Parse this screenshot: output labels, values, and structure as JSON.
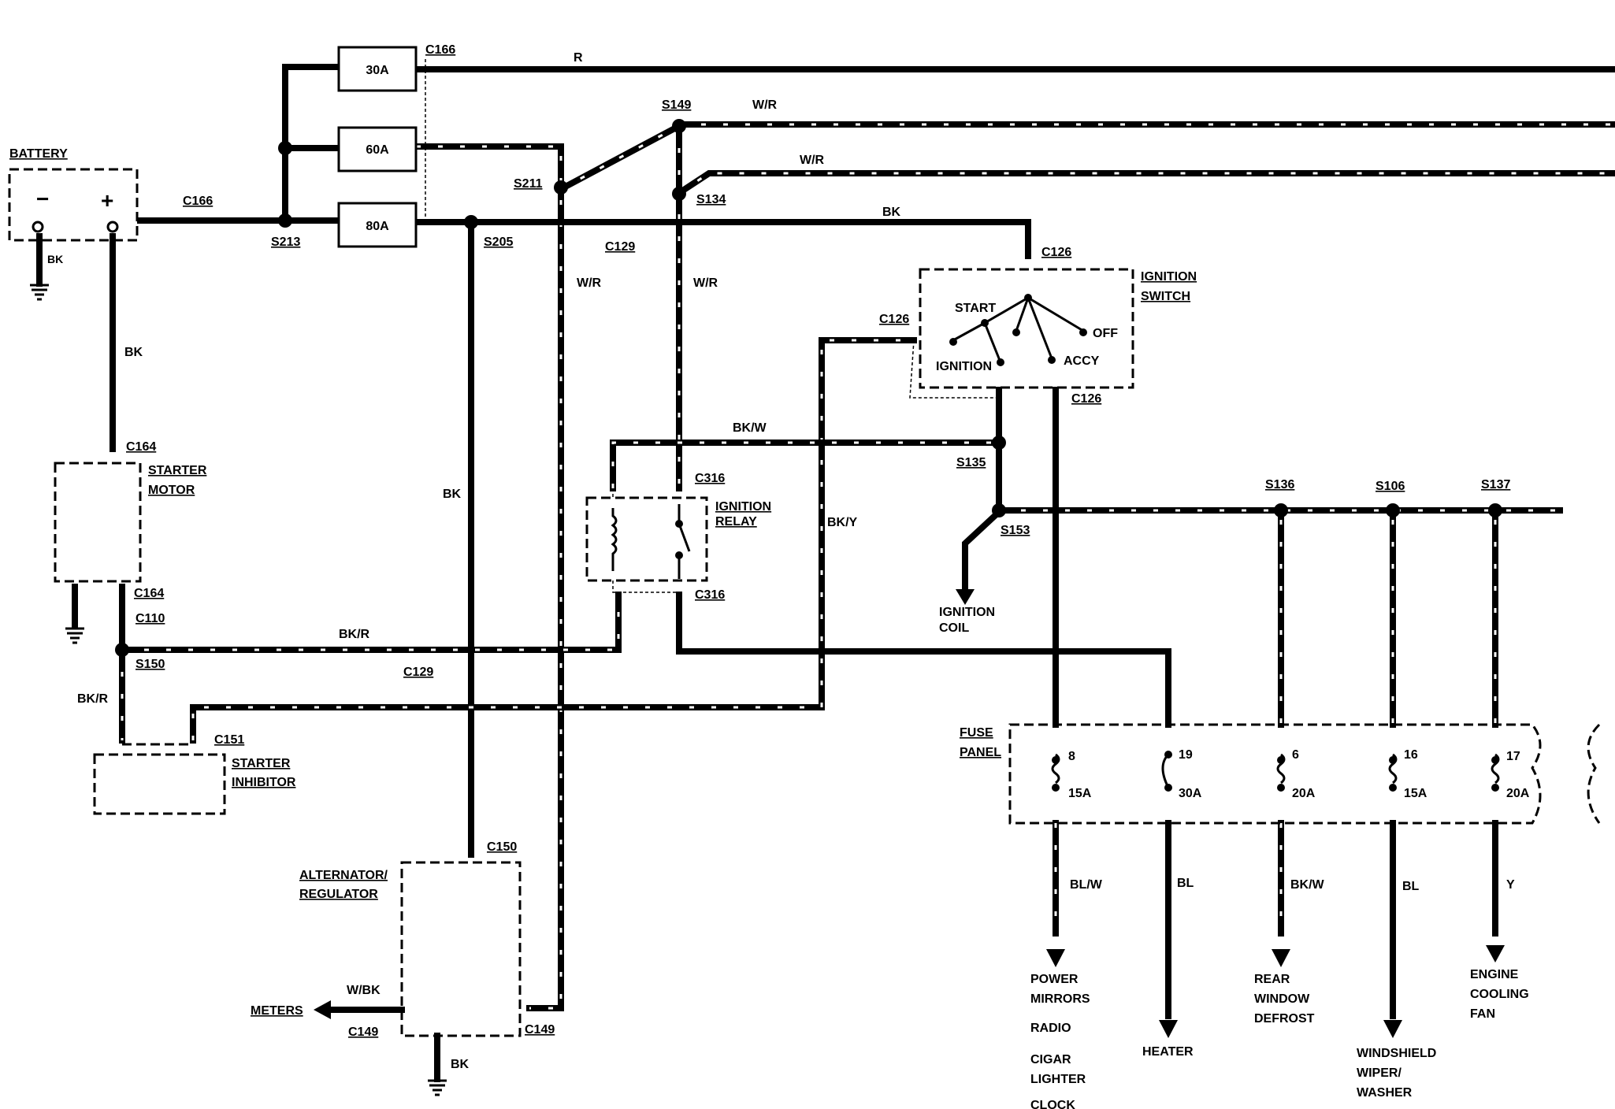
{
  "components": {
    "battery": "BATTERY",
    "starter_motor": [
      "STARTER",
      "MOTOR"
    ],
    "starter_inhibitor": [
      "STARTER",
      "INHIBITOR"
    ],
    "alternator": [
      "ALTERNATOR/",
      "REGULATOR"
    ],
    "ignition_relay": [
      "IGNITION",
      "RELAY"
    ],
    "ignition_switch": [
      "IGNITION",
      "SWITCH"
    ],
    "ignition_coil": [
      "IGNITION",
      "COIL"
    ],
    "fuse_panel": [
      "FUSE",
      "PANEL"
    ],
    "meters": "METERS",
    "battery_minus": "−",
    "battery_plus": "+"
  },
  "fuses": {
    "f30": "30A",
    "f60": "60A",
    "f80": "80A"
  },
  "switch_positions": {
    "start": "START",
    "off": "OFF",
    "ignition": "IGNITION",
    "accy": "ACCY"
  },
  "connectors": {
    "c166_top": "C166",
    "c166_batt": "C166",
    "c129_top": "C129",
    "c129_bot": "C129",
    "c126_top": "C126",
    "c126_left": "C126",
    "c126_bot": "C126",
    "c164_top": "C164",
    "c164_bot": "C164",
    "c110": "C110",
    "c151": "C151",
    "c150": "C150",
    "c149_left": "C149",
    "c149_right": "C149",
    "c316_top": "C316",
    "c316_bot": "C316"
  },
  "splices": {
    "s213": "S213",
    "s205": "S205",
    "s211": "S211",
    "s149": "S149",
    "s134": "S134",
    "s135": "S135",
    "s153": "S153",
    "s136": "S136",
    "s106": "S106",
    "s137": "S137",
    "s150": "S150"
  },
  "wire_colors": {
    "r_top": "R",
    "wr_1": "W/R",
    "wr_2": "W/R",
    "wr_3": "W/R",
    "wr_4": "W/R",
    "bk_top": "BK",
    "bk_batt": "BK",
    "bk_left": "BK",
    "bk_mid": "BK",
    "bk_alt": "BK",
    "bkw": "BK/W",
    "bky": "BK/Y",
    "bkr_h": "BK/R",
    "bkr_v": "BK/R",
    "wbk": "W/BK",
    "blw_out": "BL/W",
    "bl_heater": "BL",
    "bkw_out": "BK/W",
    "bl_wiper": "BL",
    "y_fan": "Y"
  },
  "fuse_panel_fuses": [
    {
      "num": "8",
      "amp": "15A"
    },
    {
      "num": "19",
      "amp": "30A"
    },
    {
      "num": "6",
      "amp": "20A"
    },
    {
      "num": "16",
      "amp": "15A"
    },
    {
      "num": "17",
      "amp": "20A"
    }
  ],
  "loads": {
    "power_mirrors": [
      "POWER",
      "MIRRORS"
    ],
    "radio": "RADIO",
    "cigar_lighter": [
      "CIGAR",
      "LIGHTER"
    ],
    "clock": "CLOCK",
    "heater": "HEATER",
    "rear_defrost": [
      "REAR",
      "WINDOW",
      "DEFROST"
    ],
    "wiper": [
      "WINDSHIELD",
      "WIPER/",
      "WASHER"
    ],
    "cooling_fan": [
      "ENGINE",
      "COOLING",
      "FAN"
    ]
  }
}
